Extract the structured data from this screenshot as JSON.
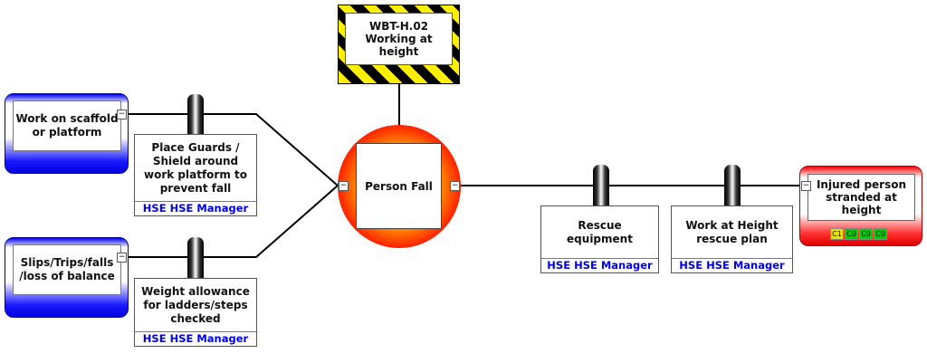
{
  "hazard": {
    "code": "WBT-H.02",
    "title": "Working at height"
  },
  "top_event": {
    "label": "Person Fall"
  },
  "threats": [
    {
      "label": "Work on scaffold or platform"
    },
    {
      "label": "Slips/Trips/falls /loss of balance"
    }
  ],
  "preventive_barriers": [
    {
      "label": "Place Guards / Shield around work platform to prevent fall",
      "owner": "HSE HSE Manager"
    },
    {
      "label": "Weight allowance for ladders/steps checked",
      "owner": "HSE HSE Manager"
    }
  ],
  "recovery_barriers": [
    {
      "label": "Rescue equipment",
      "owner": "HSE HSE Manager"
    },
    {
      "label": "Work at Height rescue plan",
      "owner": "HSE HSE Manager"
    }
  ],
  "consequence": {
    "label": "Injured person stranded at height",
    "badges": [
      {
        "text": "C1",
        "color": "#e8e000"
      },
      {
        "text": "C0",
        "color": "#00d000"
      },
      {
        "text": "C0",
        "color": "#00d000"
      },
      {
        "text": "C0",
        "color": "#00d000"
      }
    ]
  },
  "collapse_symbol": "−"
}
